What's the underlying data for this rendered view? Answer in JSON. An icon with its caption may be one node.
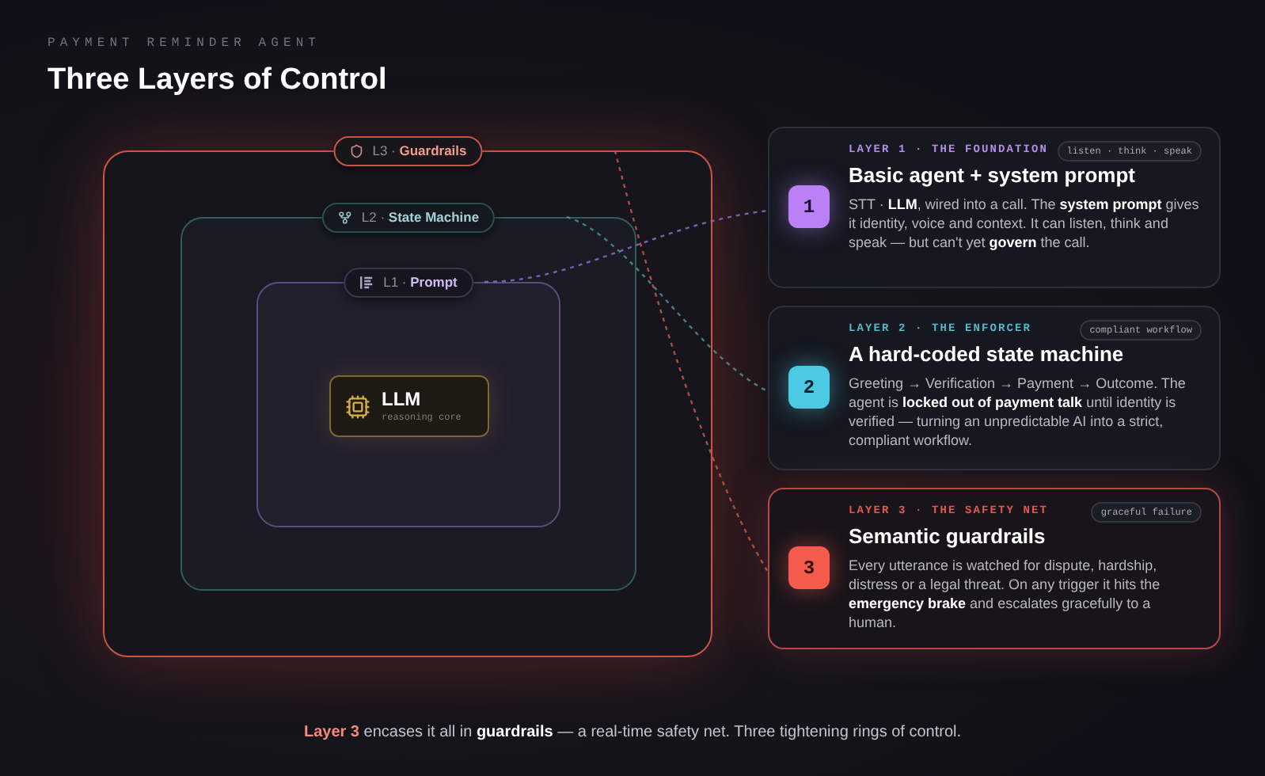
{
  "diagram": {
    "title": "Three Layers of Control",
    "caption": "**Layer 3** encases it all in **guardrails** — a real-time safety net. Three tightening rings of control.",
    "nodes": [
      {
        "text": [
          "L3 · **Guardrails**"
        ]
      },
      {
        "text": [
          "L2 · **State Machine**"
        ],
        "in": 0
      },
      {
        "text": [
          "L1 · **Prompt**"
        ],
        "in": 1
      },
      {
        "text": [
          "LLM",
          "reasoning core"
        ],
        "in": 2
      },
      {
        "text": [
          "LAYER 1 · THE FOUNDATION",
          "listen · think · speak",
          "Basic agent + system prompt",
          "STT · **LLM**, wired into a call. The **system prompt** gives it identity, voice and context. It can listen, think and speak — but can't yet **govern** the call."
        ]
      },
      {
        "text": [
          "1"
        ],
        "in": 4
      },
      {
        "text": [
          "LAYER 2 · THE ENFORCER",
          "compliant workflow",
          "A hard-coded state machine",
          "Greeting → Verification → Payment → Outcome. The agent is **locked out of payment talk** until identity is verified — turning an unpredictable AI into a strict, compliant workflow."
        ]
      },
      {
        "text": [
          "2"
        ],
        "in": 6
      },
      {
        "text": [
          "LAYER 3 · THE SAFETY NET",
          "graceful failure",
          "Semantic guardrails",
          "Every utterance is watched for dispute, hardship, distress or a legal threat. On any trigger it hits the **emergency brake** and escalates gracefully to a human."
        ]
      },
      {
        "text": [
          "3"
        ],
        "in": 8
      }
    ],
    "edges": [
      {
        "from": 2,
        "to": 4,
        "arrow": "none",
        "style": "dashed",
        "color": "#8a6cc4"
      },
      {
        "from": 1,
        "to": 6,
        "arrow": "none",
        "style": "dashed",
        "color": "#4a9098"
      },
      {
        "from": 0,
        "to": 8,
        "arrow": "none",
        "style": "dashed",
        "color": "#c4574c"
      }
    ],
    "labels": [
      "PAYMENT REMINDER AGENT"
    ]
  }
}
